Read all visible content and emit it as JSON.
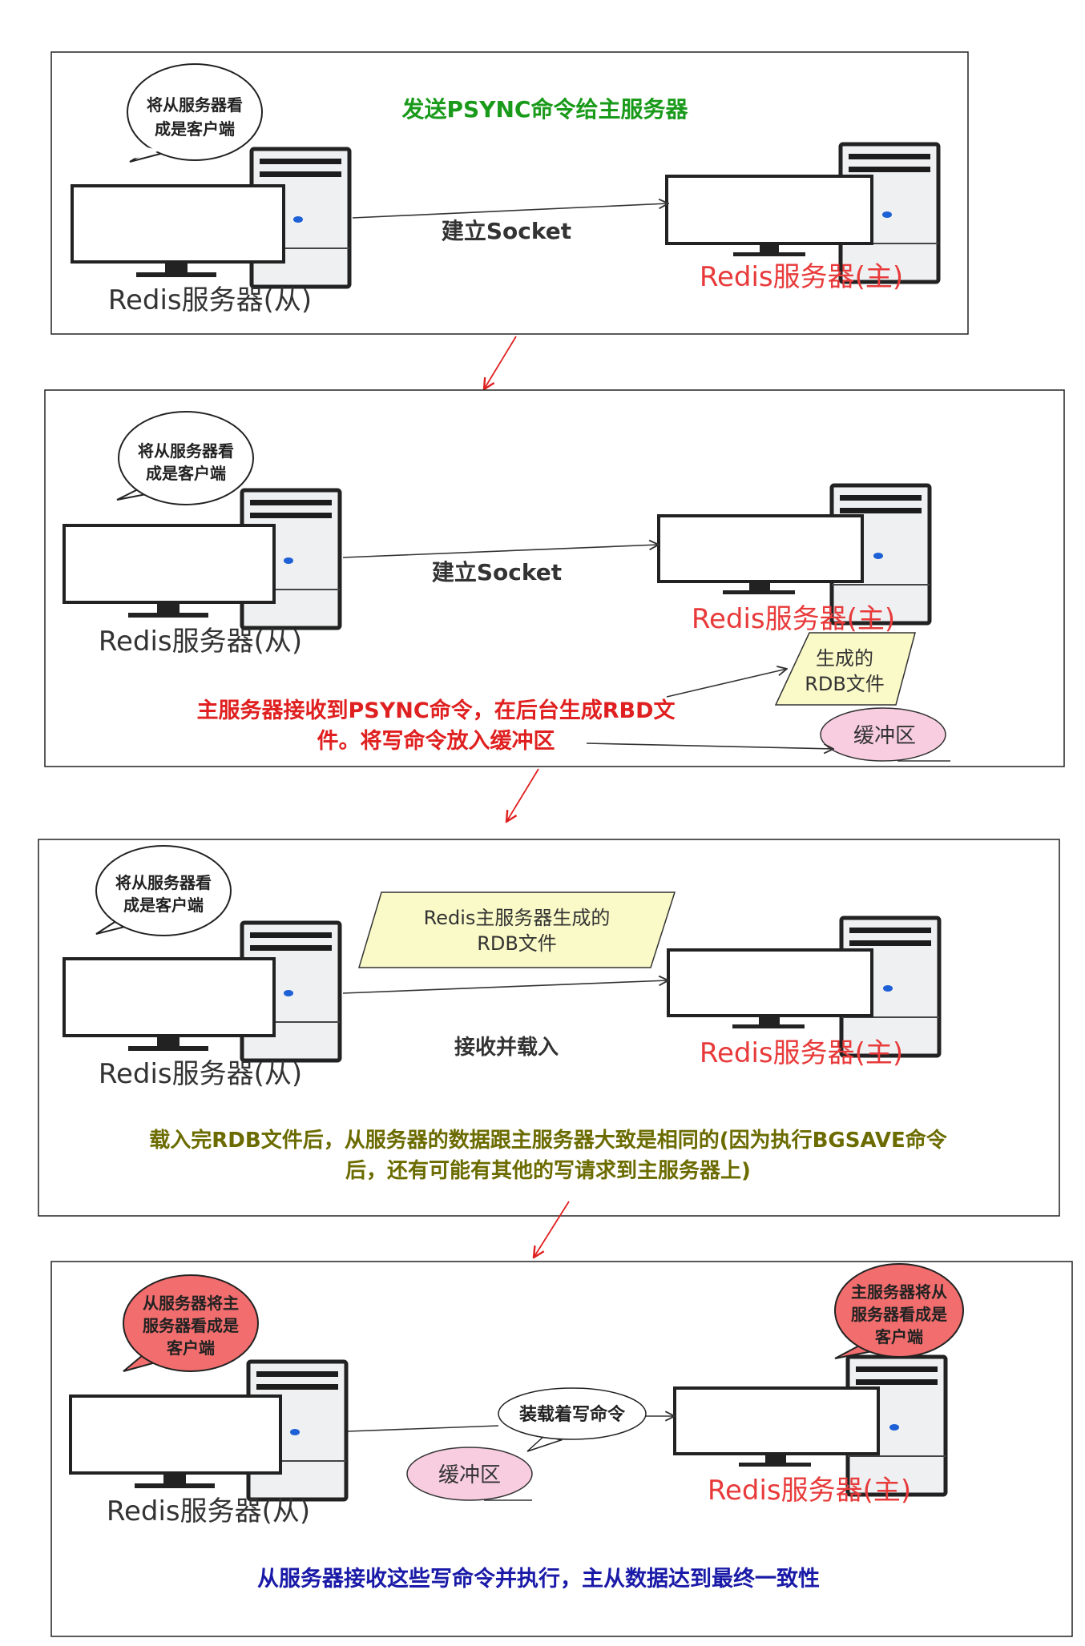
{
  "colors": {
    "green_text": "#1a9a1a",
    "red_text": "#e02020",
    "olive_text": "#6b6b00",
    "blue_text": "#1a1aa8",
    "master_label": "#e83a3a",
    "slave_label": "#333333",
    "note_fill": "#fafac8",
    "buffer_fill": "#f8cde0",
    "red_bubble": "#f26d6d",
    "arrow_red": "#e02020"
  },
  "panels": [
    {
      "title": "发送PSYNC命令给主服务器",
      "slave_bubble": [
        "将从服务器看",
        "成是客户端"
      ],
      "slave_label": "Redis服务器(从)",
      "master_label": "Redis服务器(主)",
      "link_label": "建立Socket"
    },
    {
      "slave_bubble": [
        "将从服务器看",
        "成是客户端"
      ],
      "slave_label": "Redis服务器(从)",
      "master_label": "Redis服务器(主)",
      "link_label": "建立Socket",
      "rdb_note": [
        "生成的",
        "RDB文件"
      ],
      "buffer_label": "缓冲区",
      "caption": [
        "主服务器接收到PSYNC命令，在后台生成RBD文",
        "件。将写命令放入缓冲区"
      ]
    },
    {
      "slave_bubble": [
        "将从服务器看",
        "成是客户端"
      ],
      "slave_label": "Redis服务器(从)",
      "master_label": "Redis服务器(主)",
      "rdb_note": [
        "Redis主服务器生成的",
        "RDB文件"
      ],
      "link_label": "接收并载入",
      "caption": [
        "载入完RDB文件后，从服务器的数据跟主服务器大致是相同的(因为执行BGSAVE命令",
        "后，还有可能有其他的写请求到主服务器上)"
      ]
    },
    {
      "slave_bubble": [
        "从服务器将主",
        "服务器看成是",
        "客户端"
      ],
      "master_bubble": [
        "主服务器将从",
        "服务器看成是",
        "客户端"
      ],
      "slave_label": "Redis服务器(从)",
      "master_label": "Redis服务器(主)",
      "link_label": "装载着写命令",
      "buffer_label": "缓冲区",
      "caption": "从服务器接收这些写命令并执行，主从数据达到最终一致性"
    }
  ]
}
